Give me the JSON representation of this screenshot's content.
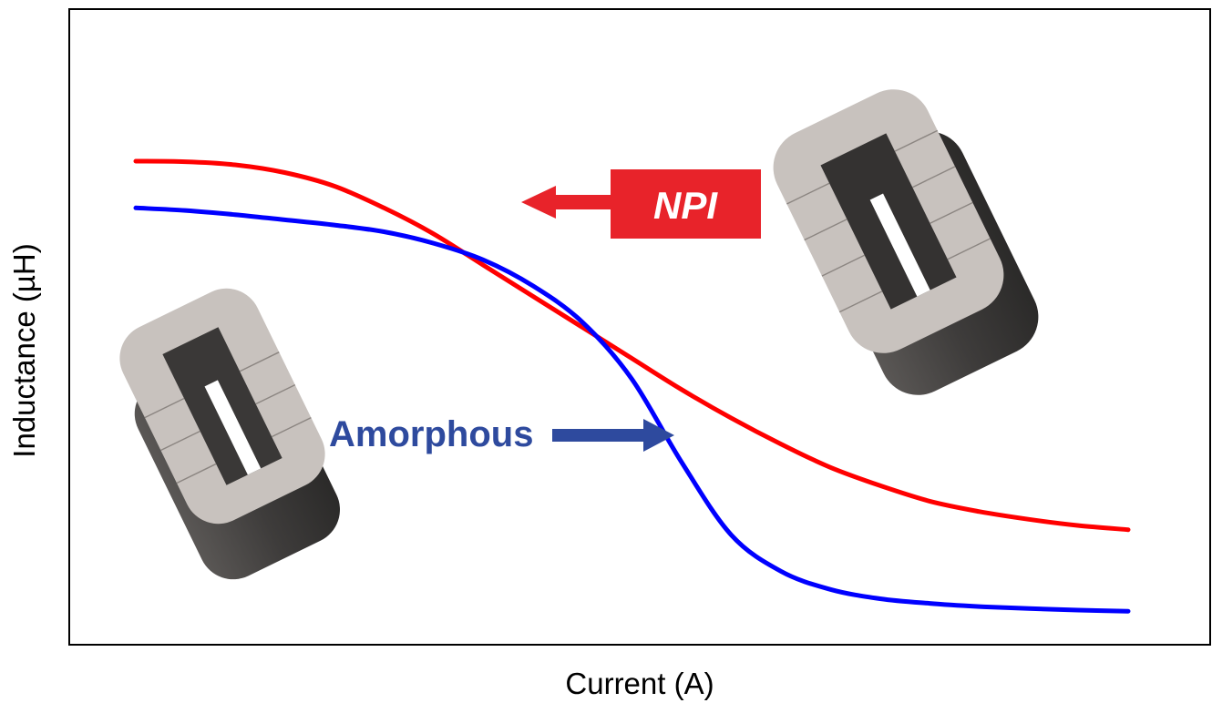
{
  "chart_data": {
    "type": "line",
    "xlabel": "Current (A)",
    "ylabel": "Inductance (µH)",
    "xlim": [
      0,
      1
    ],
    "ylim": [
      0,
      1
    ],
    "ticks_shown": false,
    "grid": false,
    "x": [
      0.0,
      0.05,
      0.1,
      0.15,
      0.2,
      0.25,
      0.3,
      0.35,
      0.4,
      0.45,
      0.5,
      0.55,
      0.6,
      0.65,
      0.7,
      0.75,
      0.8,
      0.85,
      0.9,
      0.95,
      1.0
    ],
    "series": [
      {
        "name": "NPI",
        "color": "#ff0000",
        "values": [
          0.9,
          0.899,
          0.893,
          0.878,
          0.852,
          0.81,
          0.76,
          0.7,
          0.64,
          0.58,
          0.52,
          0.46,
          0.405,
          0.355,
          0.31,
          0.275,
          0.245,
          0.225,
          0.21,
          0.198,
          0.19
        ]
      },
      {
        "name": "Amorphous",
        "color": "#0000ff",
        "values": [
          0.81,
          0.805,
          0.797,
          0.787,
          0.777,
          0.764,
          0.742,
          0.71,
          0.66,
          0.59,
          0.48,
          0.32,
          0.18,
          0.11,
          0.075,
          0.057,
          0.048,
          0.042,
          0.038,
          0.035,
          0.033
        ]
      }
    ],
    "annotations": [
      {
        "text": "NPI",
        "series": "NPI",
        "style": "white-on-red-box",
        "color": "#e8232a",
        "arrow": "left"
      },
      {
        "text": "Amorphous",
        "series": "Amorphous",
        "color": "#2e4a9e",
        "arrow": "right"
      }
    ],
    "illustrations": [
      "core-icon",
      "core-icon"
    ]
  }
}
